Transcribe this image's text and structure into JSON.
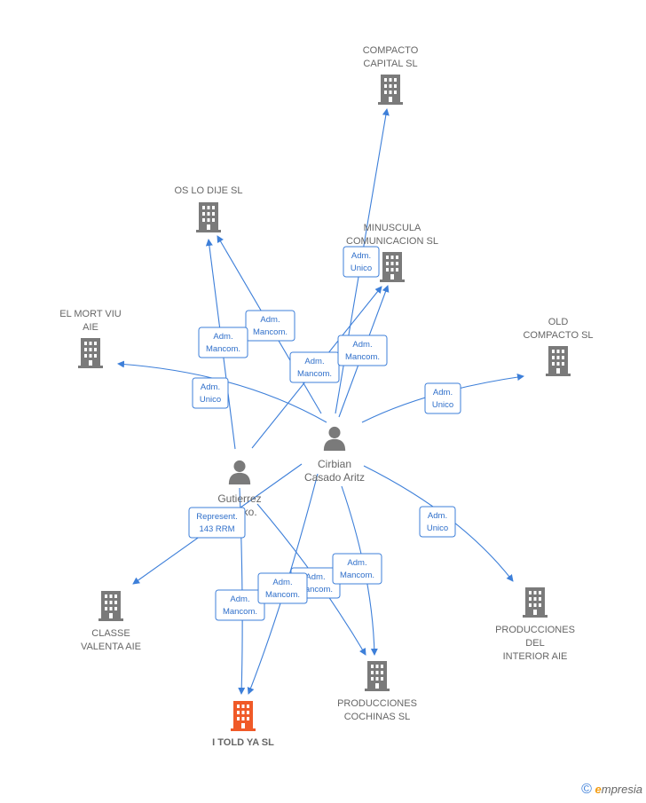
{
  "companies": [
    {
      "id": "compacto_capital",
      "label": [
        "COMPACTO",
        "CAPITAL  SL"
      ],
      "focus": false
    },
    {
      "id": "os_lo_dije",
      "label": [
        "OS LO DIJE  SL"
      ],
      "focus": false
    },
    {
      "id": "minuscula",
      "label": [
        "MINUSCULA",
        "COMUNICACION SL"
      ],
      "focus": false
    },
    {
      "id": "el_mort_viu",
      "label": [
        "EL MORT VIU",
        "AIE"
      ],
      "focus": false
    },
    {
      "id": "old_compacto",
      "label": [
        "OLD",
        "COMPACTO  SL"
      ],
      "focus": false
    },
    {
      "id": "classe_valenta",
      "label": [
        "CLASSE",
        "VALENTA AIE"
      ],
      "focus": false
    },
    {
      "id": "producciones_interior",
      "label": [
        "PRODUCCIONES",
        "DEL",
        "INTERIOR AIE"
      ],
      "focus": false
    },
    {
      "id": "producciones_cochinas",
      "label": [
        "PRODUCCIONES",
        "COCHINAS  SL"
      ],
      "focus": false
    },
    {
      "id": "i_told_ya",
      "label": [
        "I TOLD YA  SL"
      ],
      "focus": true
    }
  ],
  "persons": [
    {
      "id": "cirbian",
      "label": [
        "Cirbian",
        "Casado Aritz"
      ]
    },
    {
      "id": "gutierrez",
      "label": [
        "Gutierrez",
        "...neko."
      ]
    }
  ],
  "badges": [
    {
      "id": "b1",
      "lines": [
        "Adm.",
        "Unico"
      ]
    },
    {
      "id": "b2",
      "lines": [
        "Adm.",
        "Mancom."
      ]
    },
    {
      "id": "b3",
      "lines": [
        "Adm.",
        "Mancom."
      ]
    },
    {
      "id": "b4",
      "lines": [
        "Adm.",
        "Mancom."
      ]
    },
    {
      "id": "b5",
      "lines": [
        "Adm.",
        "Mancom."
      ]
    },
    {
      "id": "b6",
      "lines": [
        "Adm.",
        "Unico"
      ]
    },
    {
      "id": "b7",
      "lines": [
        "Adm.",
        "Unico"
      ]
    },
    {
      "id": "b8",
      "lines": [
        "Adm.",
        "Unico"
      ]
    },
    {
      "id": "b9",
      "lines": [
        "Represent.",
        "143 RRM"
      ]
    },
    {
      "id": "b10",
      "lines": [
        "Adm.",
        "Mancom."
      ]
    },
    {
      "id": "b11",
      "lines": [
        "Adm.",
        "Mancom."
      ]
    },
    {
      "id": "b12",
      "lines": [
        "Adm.",
        "Mancom."
      ]
    },
    {
      "id": "b13",
      "lines": [
        "Adm.",
        "Mancom."
      ]
    }
  ],
  "colors": {
    "edge": "#3d7fd9",
    "building": "#7a7a7a",
    "focus_building": "#f05a28",
    "person": "#7a7a7a"
  },
  "copyright": {
    "symbol": "©",
    "brand_first": "e",
    "brand_rest": "mpresia"
  }
}
